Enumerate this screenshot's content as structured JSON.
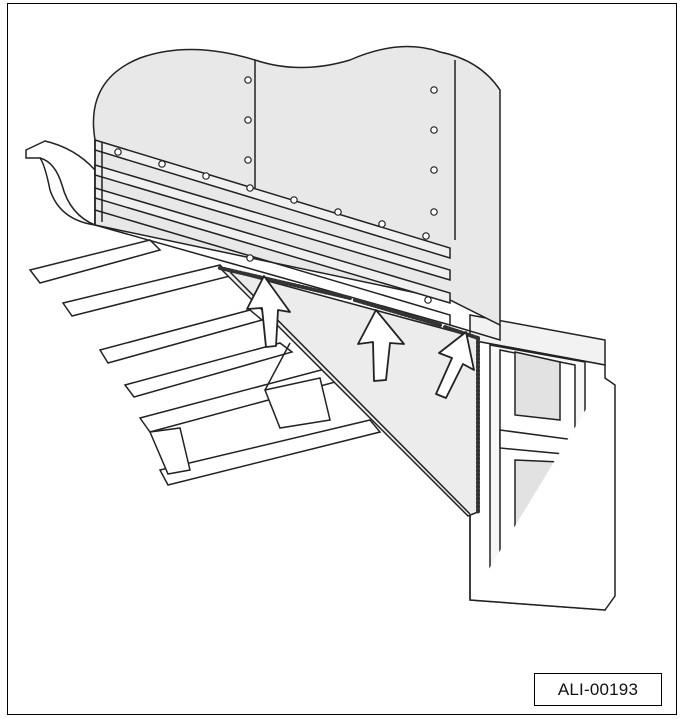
{
  "figure": {
    "id_label": "ALI-00193"
  },
  "colors": {
    "line": "#222222",
    "panel_fill": "#e6e6e6",
    "triangle_fill": "#eaeaea",
    "arrow_fill": "#ffffff",
    "background": "#ffffff"
  },
  "icons": [
    "weld-bead",
    "up-arrow",
    "rivet"
  ]
}
